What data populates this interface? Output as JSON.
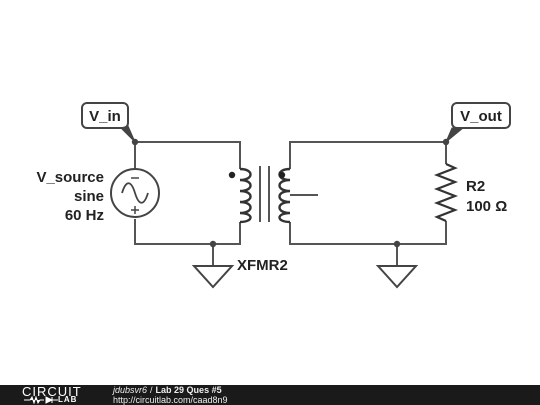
{
  "schematic": {
    "source": {
      "name": "V_source",
      "waveform": "sine",
      "frequency": "60 Hz"
    },
    "transformer": {
      "name": "XFMR2"
    },
    "resistor": {
      "name": "R2",
      "value": "100 Ω"
    },
    "nodes": {
      "input_label": "V_in",
      "output_label": "V_out"
    }
  },
  "footer": {
    "logo_top": "CIRCUIT",
    "logo_bottom": "LAB",
    "user": "jdubsvr6",
    "separator": "/",
    "title": "Lab 29 Ques #5",
    "url": "http://circuitlab.com/caad8n9"
  },
  "colors": {
    "wire": "#555555",
    "footer_bg": "#1a1a1a"
  }
}
